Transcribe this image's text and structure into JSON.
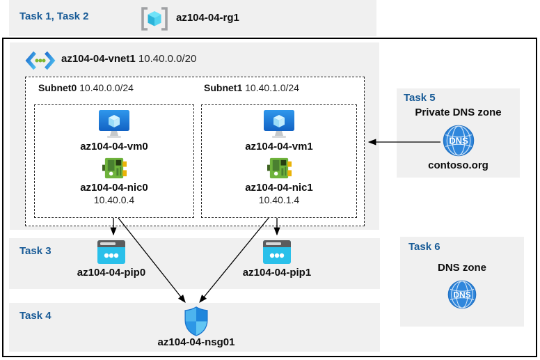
{
  "colors": {
    "task_label_blue": "#175a96",
    "panel_gray": "#f0f0f0",
    "arrow_black": "#000000",
    "vm_blue": "#1c74d4",
    "nic_green": "#6fb33c",
    "pip_cyan": "#2ac0ea",
    "nsg_blue": "#2489e0",
    "dns_blue": "#3087dc"
  },
  "header": {
    "tasks": "Task 1, Task 2",
    "resource_group": "az104-04-rg1"
  },
  "vnet": {
    "name": "az104-04-vnet1",
    "cidr": "10.40.0.0/20",
    "subnets": [
      {
        "name": "Subnet0",
        "cidr": "10.40.0.0/24",
        "vm": "az104-04-vm0",
        "nic": "az104-04-nic0",
        "ip": "10.40.0.4"
      },
      {
        "name": "Subnet1",
        "cidr": "10.40.1.0/24",
        "vm": "az104-04-vm1",
        "nic": "az104-04-nic1",
        "ip": "10.40.1.4"
      }
    ]
  },
  "task3": {
    "label": "Task 3",
    "pip0": "az104-04-pip0",
    "pip1": "az104-04-pip1"
  },
  "task4": {
    "label": "Task 4",
    "nsg": "az104-04-nsg01"
  },
  "task5": {
    "label": "Task 5",
    "title": "Private DNS zone",
    "zone": "contoso.org",
    "dns_text": "DNS"
  },
  "task6": {
    "label": "Task 6",
    "title": "DNS zone",
    "dns_text": "DNS"
  }
}
